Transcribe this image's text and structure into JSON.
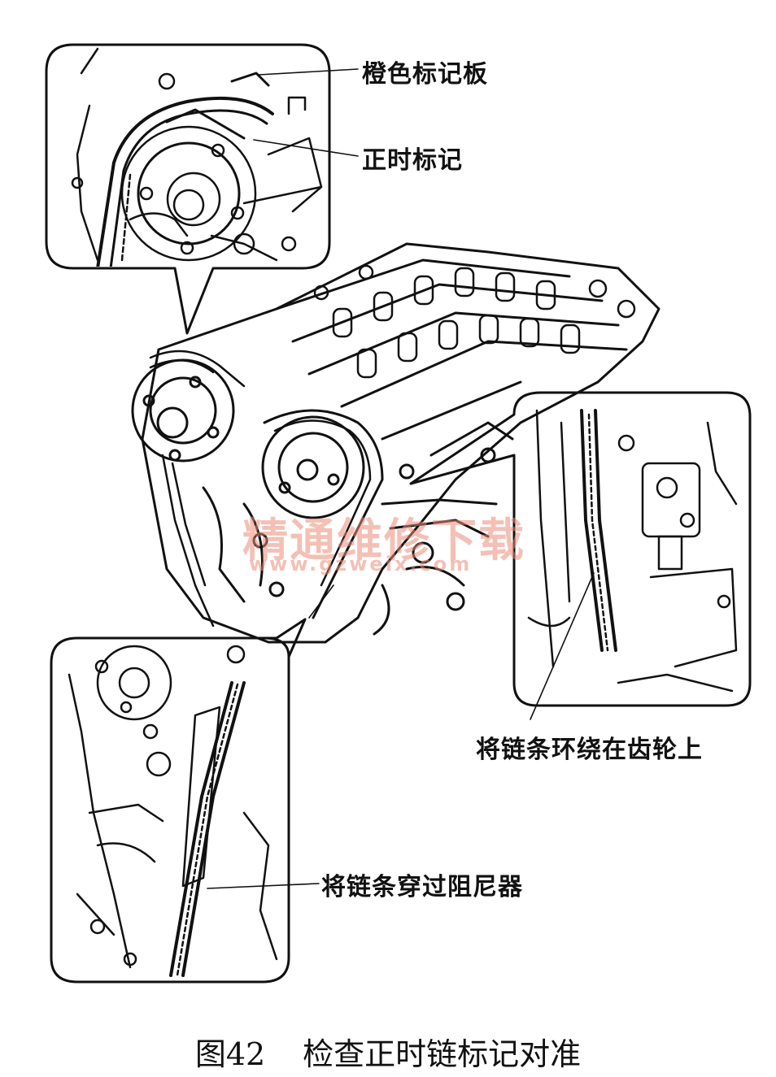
{
  "labels": {
    "orange_mark_plate": "橙色标记板",
    "timing_mark": "正时标记",
    "wrap_chain": "将链条环绕在齿轮上",
    "thread_chain": "将链条穿过阻尼器"
  },
  "watermark": {
    "text_cn": "精通维修下载",
    "text_url": "www.gzweix.com"
  },
  "caption": {
    "figure_number": "图42",
    "title": "检查正时链标记对准"
  }
}
